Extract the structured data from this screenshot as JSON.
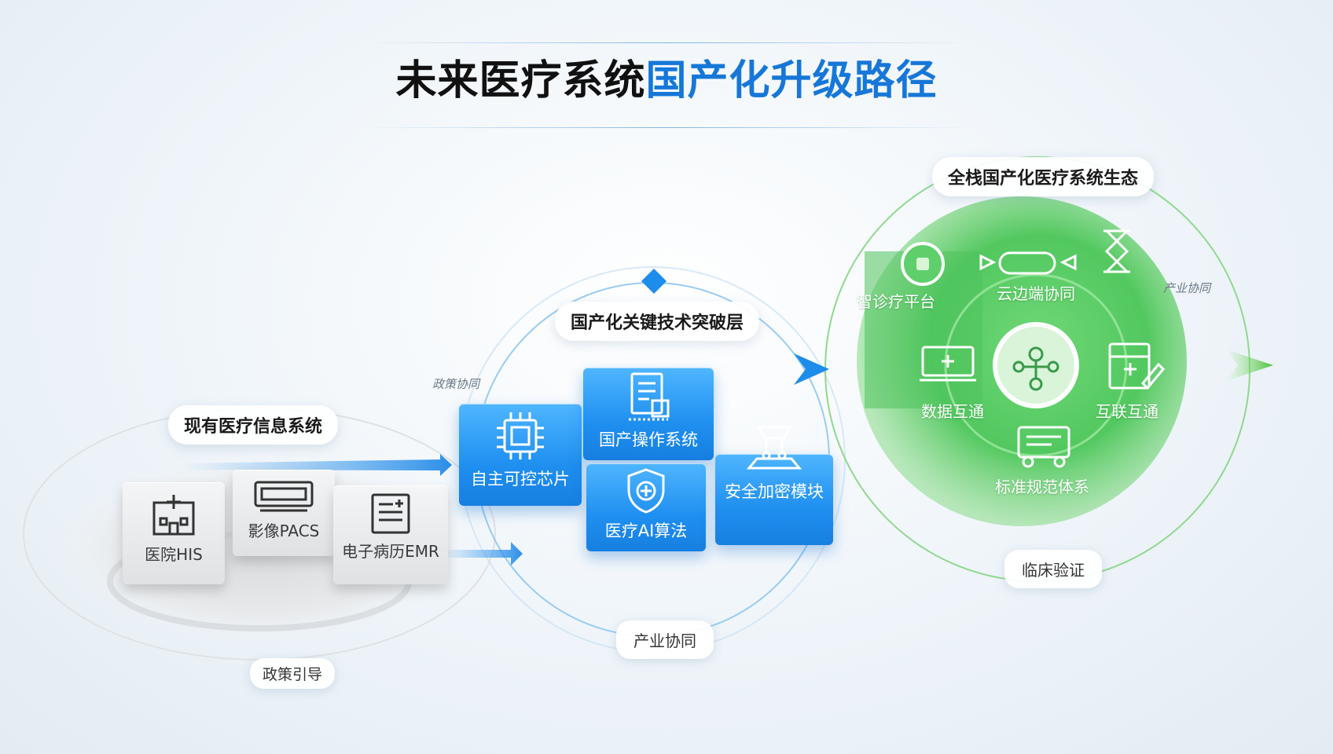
{
  "title": {
    "part1": "未来医疗系统",
    "part2": "国产化升级路径"
  },
  "left": {
    "heading": "现有医疗信息系统",
    "blocks": [
      {
        "label": "医院HIS",
        "icon": "hospital-icon"
      },
      {
        "label": "影像PACS",
        "icon": "imaging-device-icon"
      },
      {
        "label": "电子病历EMR",
        "icon": "medical-record-icon"
      }
    ],
    "bottom_note": "政策引导"
  },
  "middle": {
    "heading": "国产化关键技术突破层",
    "blocks": [
      {
        "label": "自主可控芯片",
        "icon": "chip-icon"
      },
      {
        "label": "国产操作系统",
        "icon": "os-document-icon"
      },
      {
        "label": "医疗AI算法",
        "icon": "shield-medical-icon"
      },
      {
        "label": "安全加密模块",
        "icon": "secure-module-icon"
      }
    ],
    "top_note": "政策协同",
    "bottom_note": "产业协同"
  },
  "right": {
    "heading": "全栈国产化医疗系统生态",
    "nodes": [
      {
        "label": "智诊疗平台",
        "icon": "smart-diagnosis-icon"
      },
      {
        "label": "云边端协同",
        "icon": "cloud-capsule-icon"
      },
      {
        "label": "数据互通",
        "icon": "data-monitor-icon"
      },
      {
        "label": "互联互通",
        "icon": "interconnect-icon"
      },
      {
        "label": "标准规范体系",
        "icon": "standard-vehicle-icon"
      }
    ],
    "side_note": "产业协同",
    "bottom_note": "临床验证"
  },
  "colors": {
    "accent_blue": "#1677d8",
    "accent_green": "#3fbf4f",
    "gray": "#d9dbdd"
  }
}
